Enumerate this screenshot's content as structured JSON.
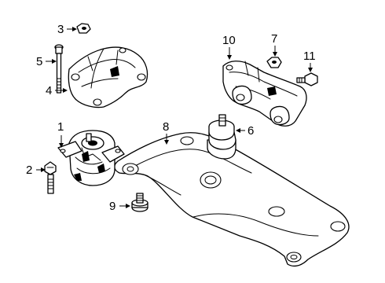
{
  "callouts": [
    {
      "number": "1"
    },
    {
      "number": "2"
    },
    {
      "number": "3"
    },
    {
      "number": "4"
    },
    {
      "number": "5"
    },
    {
      "number": "6"
    },
    {
      "number": "7"
    },
    {
      "number": "8"
    },
    {
      "number": "9"
    },
    {
      "number": "10"
    },
    {
      "number": "11"
    }
  ]
}
